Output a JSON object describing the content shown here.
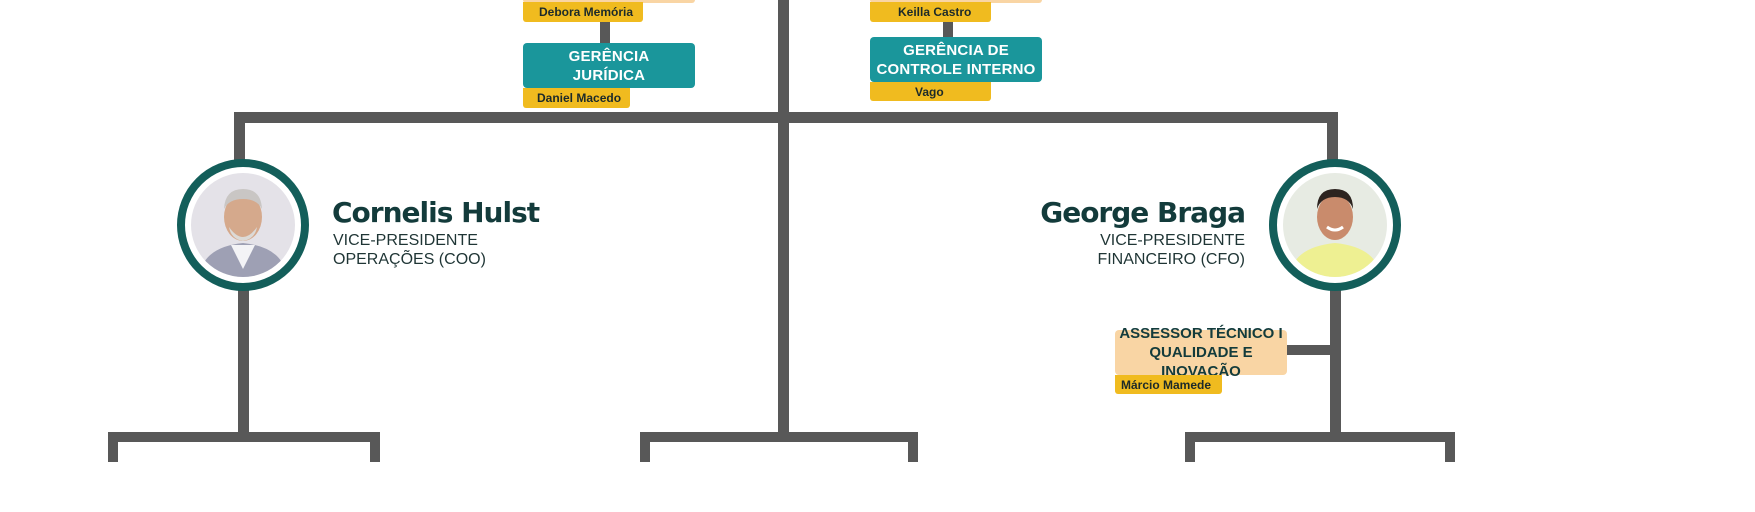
{
  "top_left_branch": {
    "top_name": "Debora Memória",
    "legal": {
      "title_line1": "GERÊNCIA",
      "title_line2": "JURÍDICA",
      "name": "Daniel Macedo"
    }
  },
  "top_right_branch": {
    "top_name": "Keilla Castro",
    "internal_control": {
      "title_line1": "GERÊNCIA DE",
      "title_line2": "CONTROLE INTERNO",
      "name": "Vago"
    }
  },
  "coo": {
    "name": "Cornelis Hulst",
    "title_line1": "VICE-PRESIDENTE",
    "title_line2": "OPERAÇÕES (COO)"
  },
  "cfo": {
    "name": "George Braga",
    "title_line1": "VICE-PRESIDENTE",
    "title_line2": "FINANCEIRO (CFO)",
    "advisor": {
      "title_line1": "ASSESSOR TÉCNICO I",
      "title_line2": "QUALIDADE E INOVAÇÃO",
      "name": "Márcio Mamede"
    }
  },
  "colors": {
    "connector": "#585858",
    "teal_box": "#1a969b",
    "name_tag": "#f0bb1f",
    "advisor_box": "#f9d5a4",
    "photo_ring": "#135e5a",
    "name_text": "#133b3b"
  }
}
